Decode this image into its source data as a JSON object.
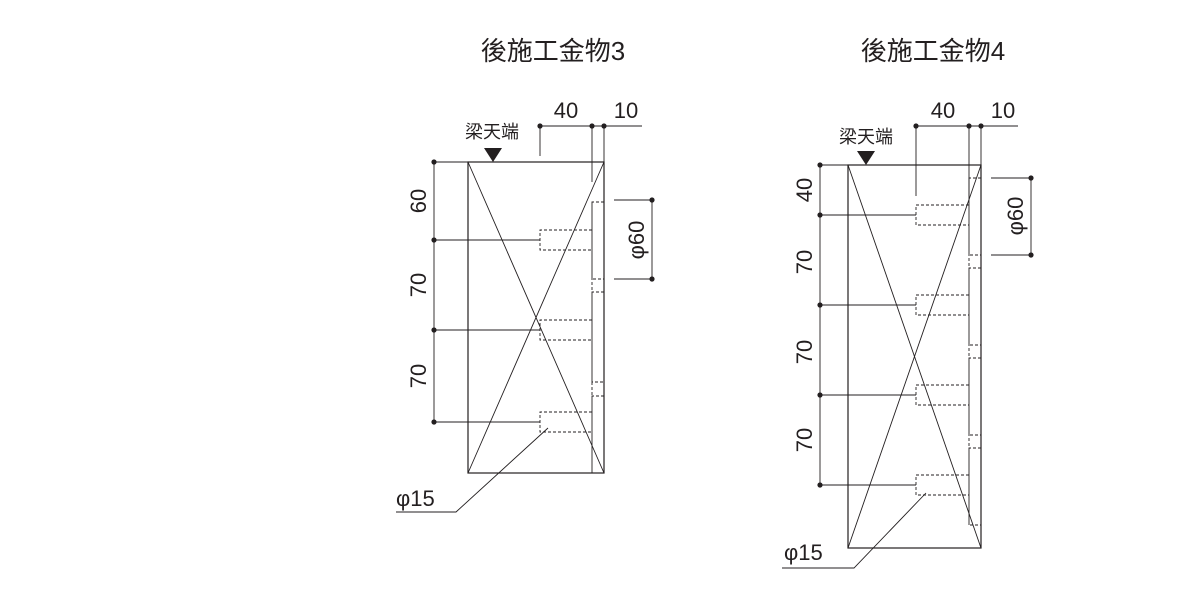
{
  "figures": [
    {
      "title": "後施工金物3",
      "top_label": "梁天端",
      "top_dims": [
        "40",
        "10"
      ],
      "side_dims": [
        "60",
        "70",
        "70"
      ],
      "pipe_dim": "φ60",
      "hole_dim": "φ15"
    },
    {
      "title": "後施工金物4",
      "top_label": "梁天端",
      "top_dims": [
        "40",
        "10"
      ],
      "side_dims": [
        "40",
        "70",
        "70",
        "70"
      ],
      "pipe_dim": "φ60",
      "hole_dim": "φ15"
    }
  ],
  "colors": {
    "line": "#231f20",
    "background": "#ffffff"
  }
}
